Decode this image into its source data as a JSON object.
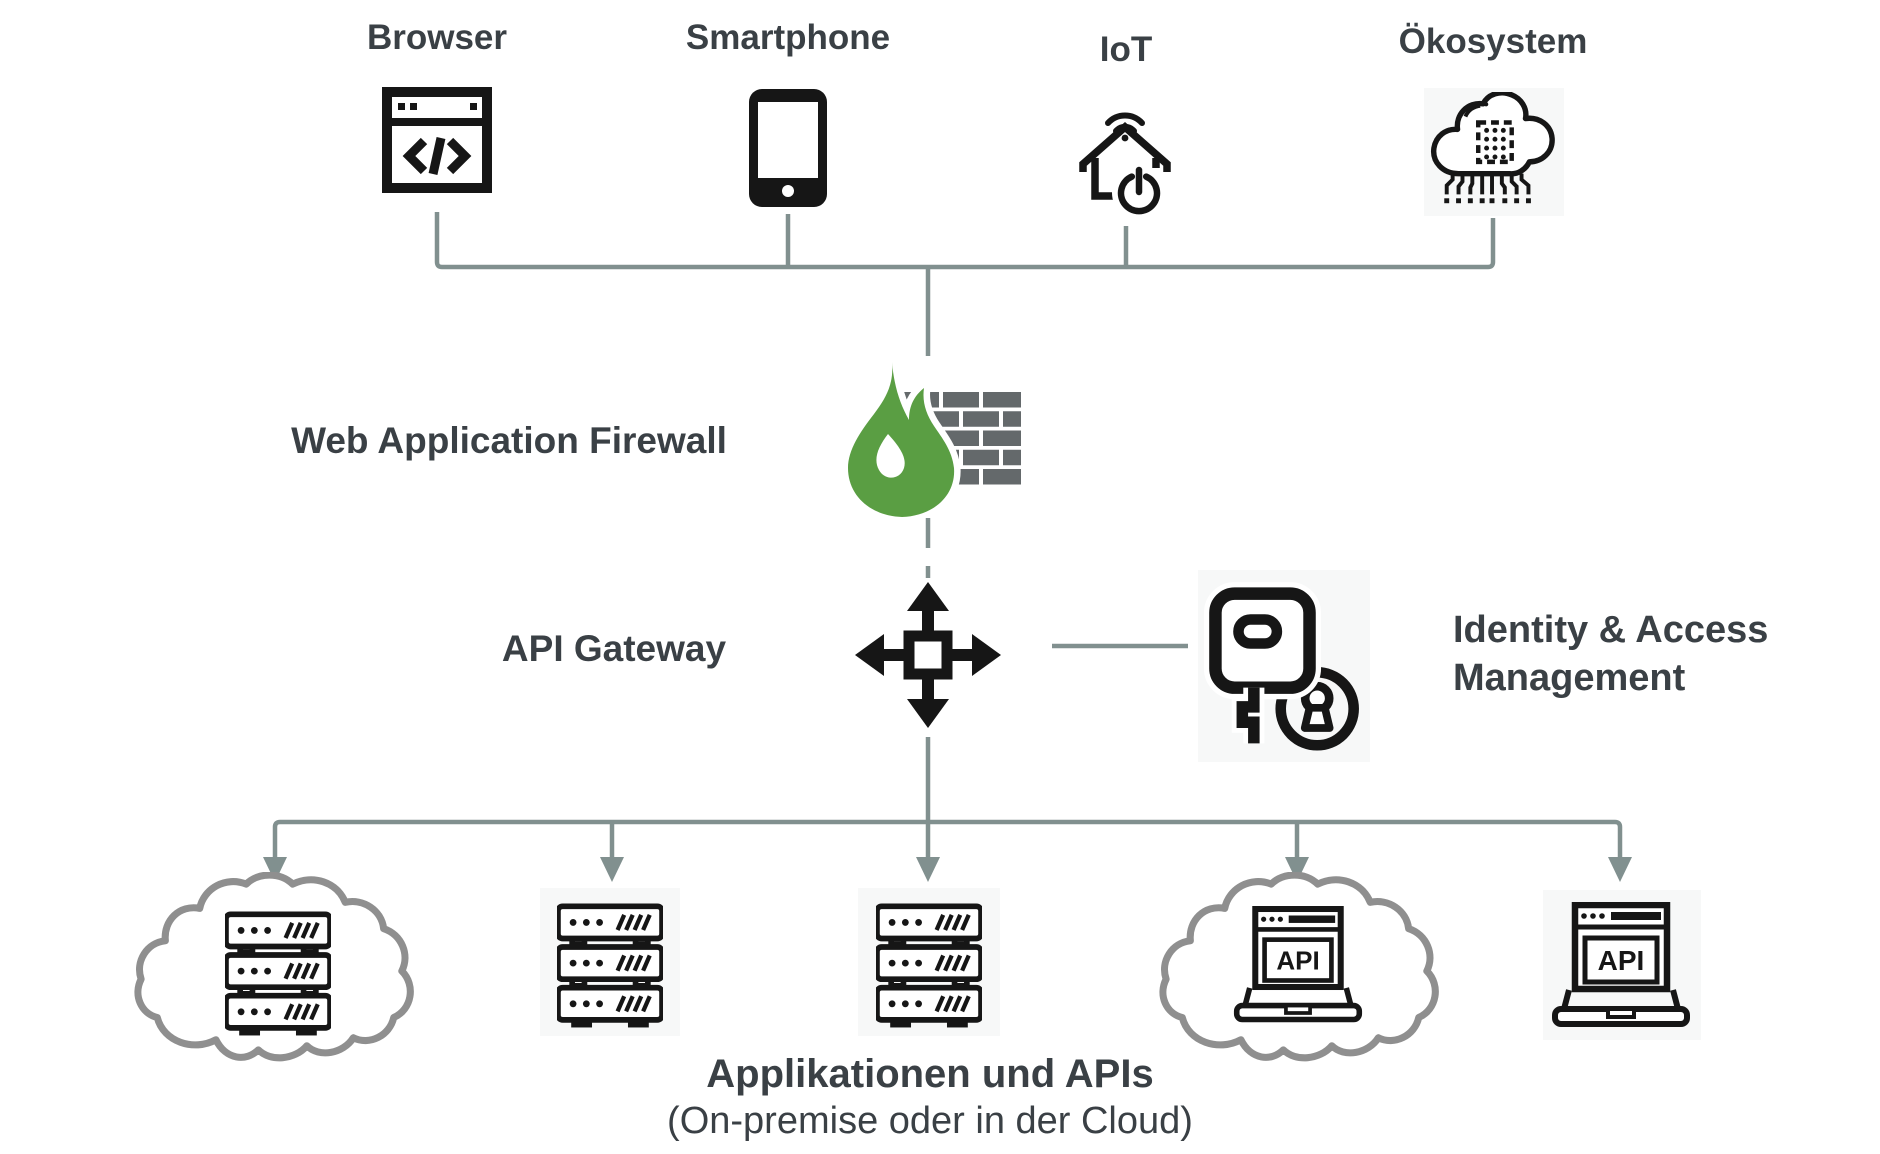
{
  "diagram": {
    "clients": [
      {
        "label": "Browser",
        "icon": "browser-window-code-icon"
      },
      {
        "label": "Smartphone",
        "icon": "smartphone-icon"
      },
      {
        "label": "IoT",
        "icon": "smart-home-icon"
      },
      {
        "label": "Ökosystem",
        "icon": "cloud-chip-network-icon"
      }
    ],
    "waf": {
      "label": "Web Application Firewall",
      "icon": "firewall-flame-brickwall-icon"
    },
    "gateway": {
      "label": "API Gateway",
      "icon": "cross-arrows-icon"
    },
    "iam": {
      "label_line1": "Identity & Access",
      "label_line2": "Management",
      "icon": "key-lock-icon"
    },
    "backends": [
      {
        "icon": "cloud-server-stack-icon"
      },
      {
        "icon": "server-stack-icon"
      },
      {
        "icon": "server-stack-icon"
      },
      {
        "icon": "cloud-api-laptop-icon"
      },
      {
        "icon": "api-laptop-icon"
      }
    ],
    "api_badge": "API",
    "caption": {
      "title": "Applikationen und APIs",
      "subtitle": "(On-premise oder in der Cloud)"
    },
    "colors": {
      "flame_green": "#5a9e43",
      "wall_gray": "#64696b",
      "line_gray": "#81908f",
      "text_dark": "#3a4045",
      "cloud_gray": "#8f8f8f",
      "icon_black": "#161616",
      "panel_bg": "#f7f8f8"
    }
  }
}
